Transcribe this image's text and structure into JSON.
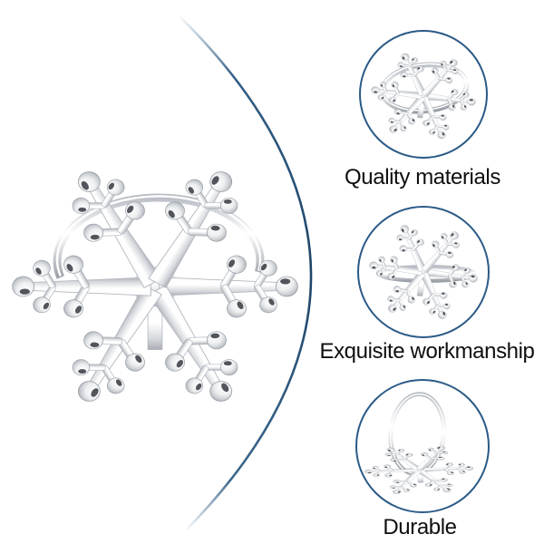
{
  "page": {
    "background_color": "#ffffff",
    "divider_color": "#1d4568",
    "circle_border_color": "#2b5a87",
    "text_color": "#0f0f0f",
    "silver_color": "#d6d9dd"
  },
  "main_photo": {
    "subject": "silver-snowflake-napkin-ring"
  },
  "features": [
    {
      "label": "Quality materials",
      "photo": "snowflake-ring-angled-view"
    },
    {
      "label": "Exquisite workmanship",
      "photo": "snowflake-front-view"
    },
    {
      "label": "Durable",
      "photo": "upright-ring-with-snowflake-base"
    }
  ]
}
